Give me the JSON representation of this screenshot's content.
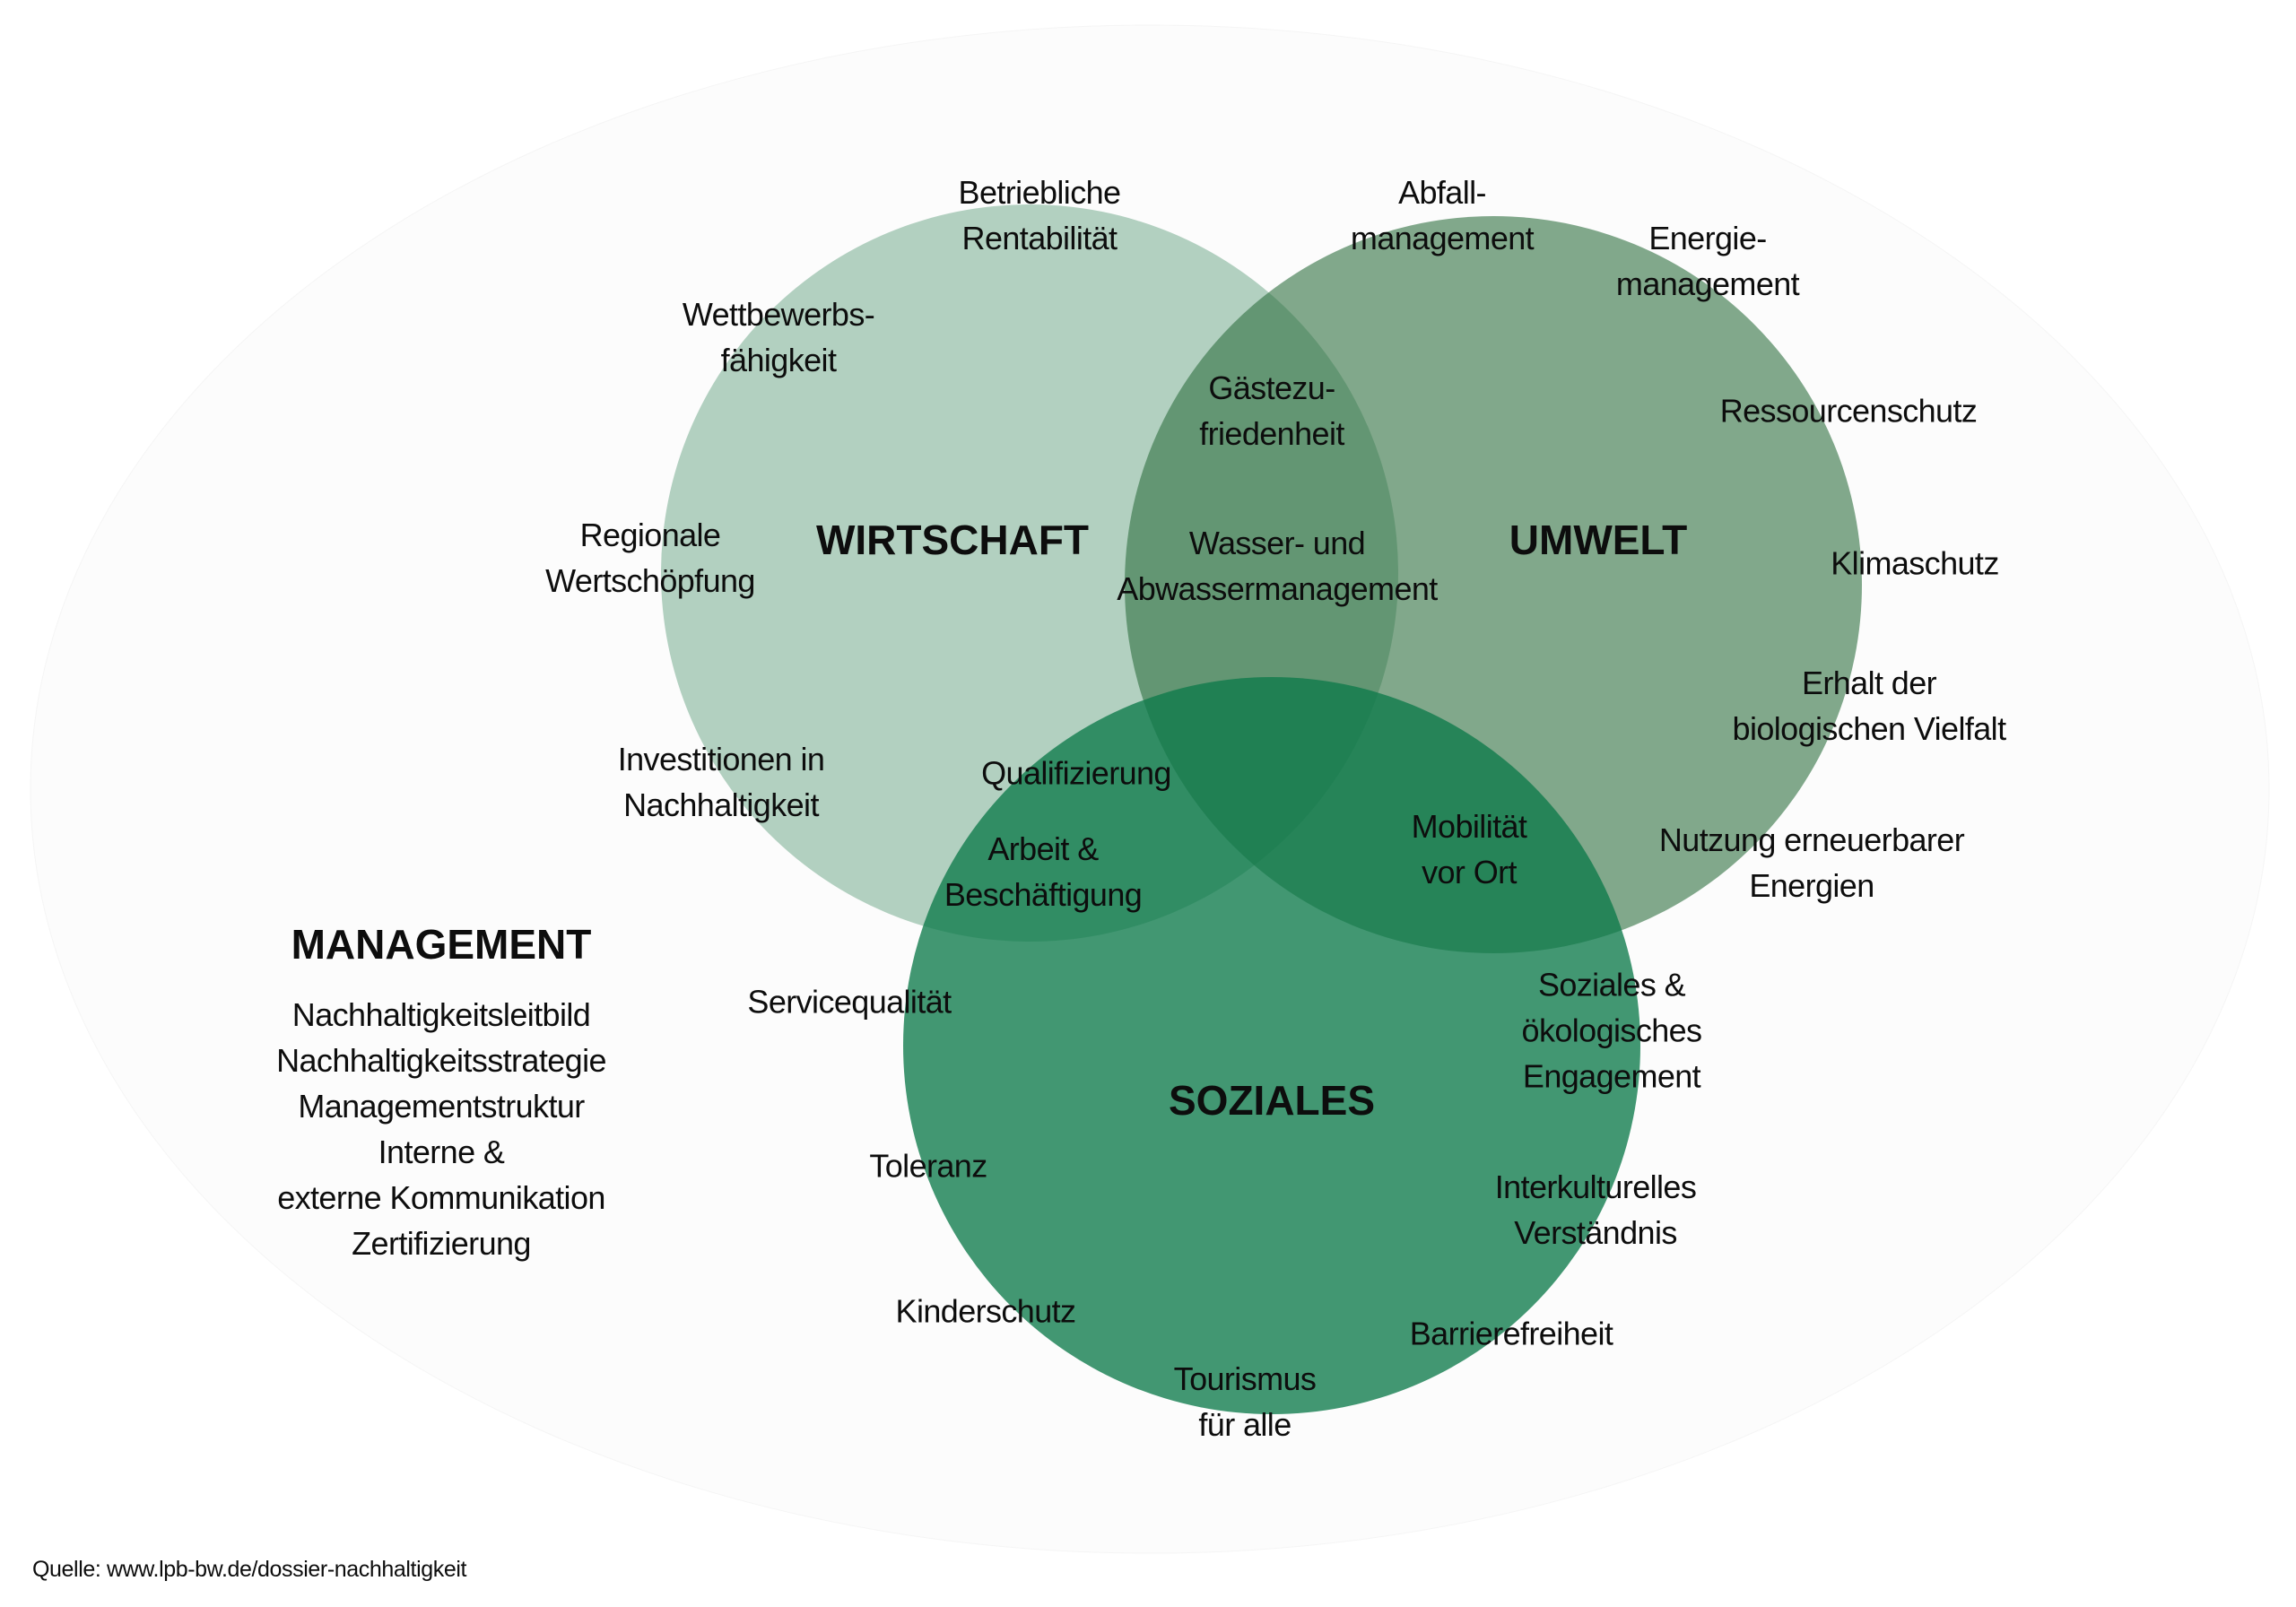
{
  "colors": {
    "background": "#ffffff",
    "outer_ellipse": "#fcfcfc",
    "wirtschaft": "#b2cfbf",
    "umwelt": "#80a787",
    "soziales": "#43946e",
    "text": "#0d0d0d"
  },
  "circles": {
    "wirtschaft": {
      "title": "WIRTSCHAFT"
    },
    "umwelt": {
      "title": "UMWELT"
    },
    "soziales": {
      "title": "SOZIALES"
    }
  },
  "labels": {
    "betriebliche_rentabilitaet": [
      "Betriebliche",
      "Rentabilität"
    ],
    "wettbewerbsfaehigkeit": [
      "Wettbewerbs-",
      "fähigkeit"
    ],
    "regionale_wertschoepfung": [
      "Regionale",
      "Wertschöpfung"
    ],
    "investitionen": [
      "Investitionen in",
      "Nachhaltigkeit"
    ],
    "abfallmanagement": [
      "Abfall-",
      "management"
    ],
    "energiemanagement": [
      "Energie-",
      "management"
    ],
    "gaestezufriedenheit": [
      "Gästezu-",
      "friedenheit"
    ],
    "wasser": [
      "Wasser- und",
      "Abwassermanagement"
    ],
    "ressourcenschutz": [
      "Ressourcenschutz"
    ],
    "klimaschutz": [
      "Klimaschutz"
    ],
    "biologische_vielfalt": [
      "Erhalt der",
      "biologischen Vielfalt"
    ],
    "erneuerbare_energien": [
      "Nutzung erneuerbarer",
      "Energien"
    ],
    "qualifizierung": [
      "Qualifizierung"
    ],
    "arbeit": [
      "Arbeit &",
      "Beschäftigung"
    ],
    "mobilitaet": [
      "Mobilität",
      "vor Ort"
    ],
    "servicequalitaet": [
      "Servicequalität"
    ],
    "engagement": [
      "Soziales &",
      "ökologisches",
      "Engagement"
    ],
    "toleranz": [
      "Toleranz"
    ],
    "interkulturelles": [
      "Interkulturelles",
      "Verständnis"
    ],
    "kinderschutz": [
      "Kinderschutz"
    ],
    "barrierefreiheit": [
      "Barrierefreiheit"
    ],
    "tourismus": [
      "Tourismus",
      "für alle"
    ]
  },
  "management": {
    "title": "MANAGEMENT",
    "items": [
      "Nachhaltigkeitsleitbild",
      "Nachhaltigkeitsstrategie",
      "Managementstruktur",
      "Interne &",
      "externe Kommunikation",
      "Zertifizierung"
    ]
  },
  "source": "Quelle: www.lpb-bw.de/dossier-nachhaltigkeit"
}
